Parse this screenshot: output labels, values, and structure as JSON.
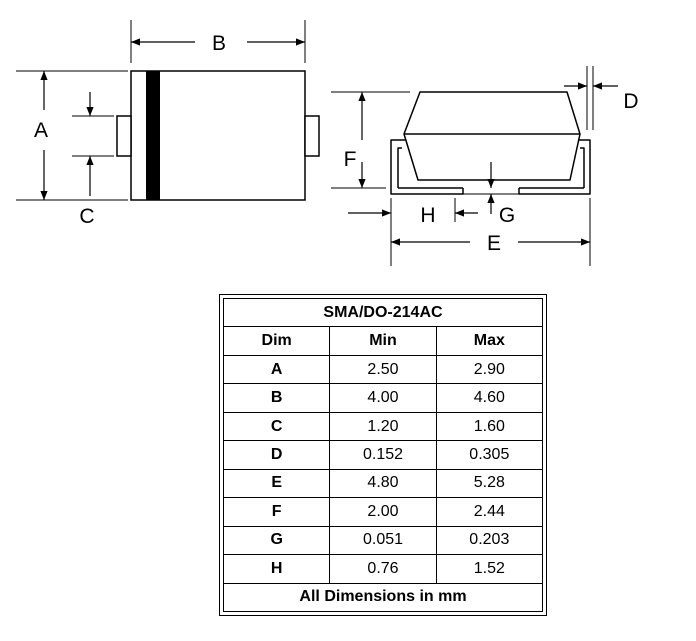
{
  "diagram": {
    "labels": {
      "A": "A",
      "B": "B",
      "C": "C",
      "D": "D",
      "E": "E",
      "F": "F",
      "G": "G",
      "H": "H"
    }
  },
  "table": {
    "title": "SMA/DO-214AC",
    "headers": [
      "Dim",
      "Min",
      "Max"
    ],
    "rows": [
      {
        "dim": "A",
        "min": "2.50",
        "max": "2.90"
      },
      {
        "dim": "B",
        "min": "4.00",
        "max": "4.60"
      },
      {
        "dim": "C",
        "min": "1.20",
        "max": "1.60"
      },
      {
        "dim": "D",
        "min": "0.152",
        "max": "0.305"
      },
      {
        "dim": "E",
        "min": "4.80",
        "max": "5.28"
      },
      {
        "dim": "F",
        "min": "2.00",
        "max": "2.44"
      },
      {
        "dim": "G",
        "min": "0.051",
        "max": "0.203"
      },
      {
        "dim": "H",
        "min": "0.76",
        "max": "1.52"
      }
    ],
    "footer": "All Dimensions in mm"
  }
}
